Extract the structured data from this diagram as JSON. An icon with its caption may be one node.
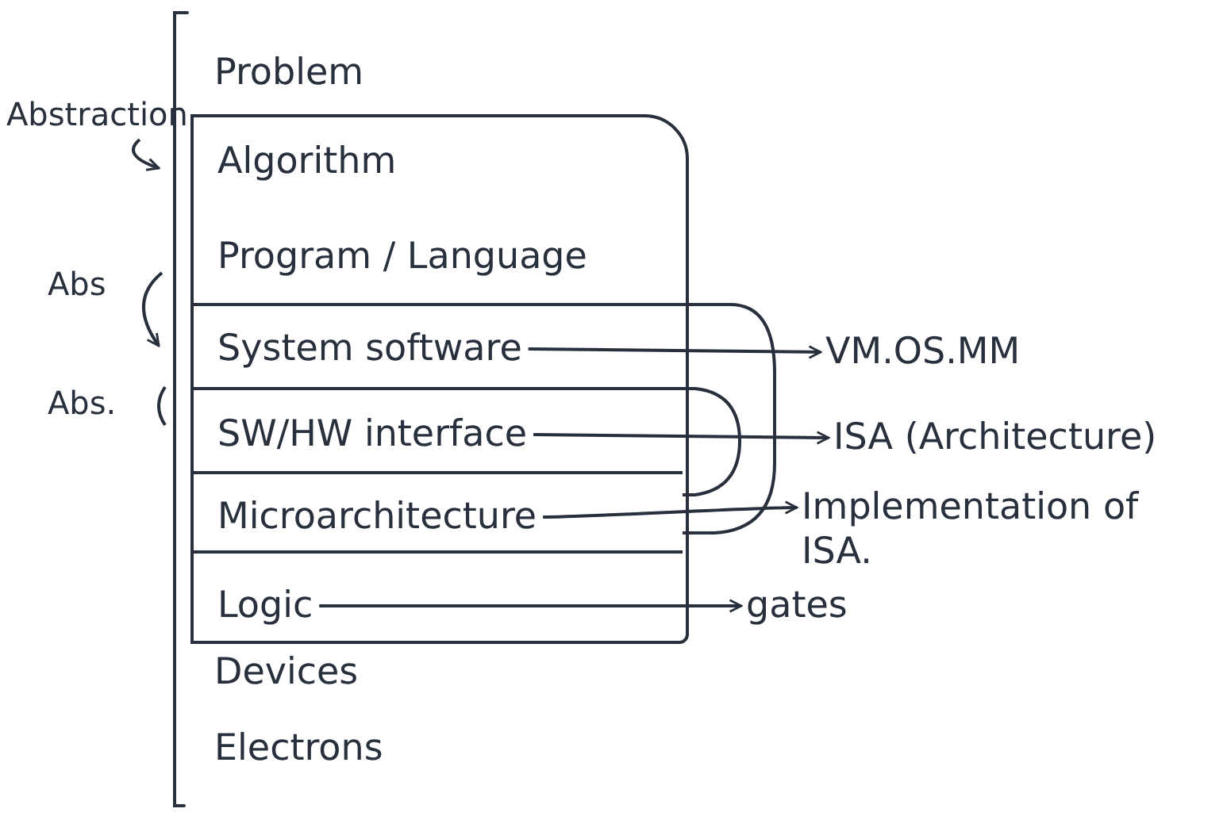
{
  "diagram": {
    "nodes": [
      {
        "text": [
          "Problem"
        ]
      },
      {
        "text": [],
        "shape": "box"
      },
      {
        "text": [
          "Algorithm"
        ],
        "in": 1
      },
      {
        "text": [
          "Program / Language"
        ],
        "in": 1
      },
      {
        "text": [
          "System software"
        ],
        "in": 1
      },
      {
        "text": [
          "SW/HW interface"
        ],
        "in": 1
      },
      {
        "text": [
          "Microarchitecture"
        ],
        "in": 1
      },
      {
        "text": [
          "Logic"
        ],
        "in": 1
      },
      {
        "text": [
          "Devices"
        ]
      },
      {
        "text": [
          "Electrons"
        ]
      },
      {
        "text": [
          "VM.OS.MM"
        ]
      },
      {
        "text": [
          "ISA (Architecture)"
        ]
      },
      {
        "text": [
          "Implementation of ISA."
        ]
      },
      {
        "text": [
          "gates"
        ]
      }
    ],
    "edges": [
      {
        "from": 4,
        "to": 10,
        "arrow": "to"
      },
      {
        "from": 5,
        "to": 11,
        "arrow": "to"
      },
      {
        "from": 6,
        "to": 12,
        "arrow": "to"
      },
      {
        "from": 7,
        "to": 13,
        "arrow": "to"
      }
    ],
    "labels": [
      "Abstraction",
      "Abs",
      "Abs."
    ]
  }
}
